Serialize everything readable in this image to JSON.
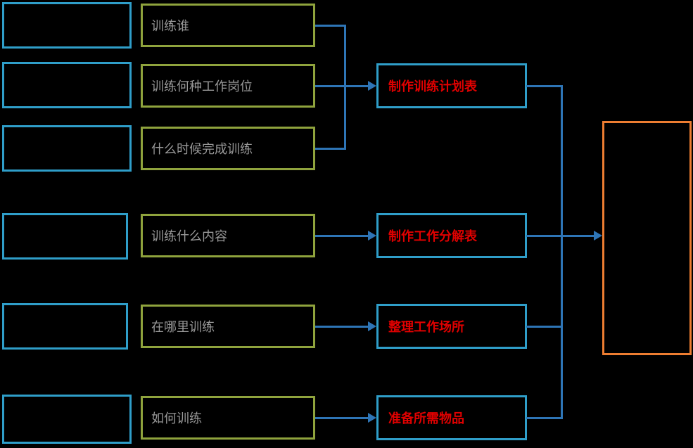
{
  "diagram": {
    "type": "flowchart",
    "questions": [
      "训练谁",
      "训练何种工作岗位",
      "什么时候完成训练",
      "训练什么内容",
      "在哪里训练",
      "如何训练"
    ],
    "actions": [
      "制作训练计划表",
      "制作工作分解表",
      "整理工作场所",
      "准备所需物品"
    ],
    "result_box_label": "",
    "colors": {
      "background": "#000000",
      "blue_border": "#2F9EC9",
      "olive_border": "#8FA33D",
      "orange_border": "#ED7D31",
      "connector": "#2E75B6",
      "question_text": "#989898",
      "action_text": "#E00000"
    }
  }
}
